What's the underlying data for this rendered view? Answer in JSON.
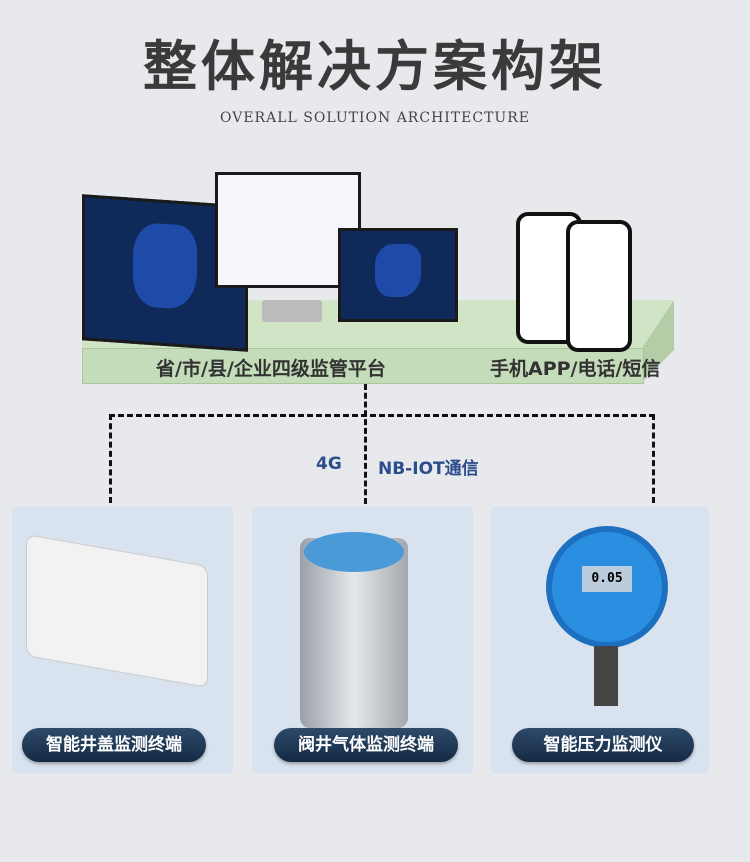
{
  "title": "整体解决方案构架",
  "subtitle": "OVERALL SOLUTION ARCHITECTURE",
  "platform": {
    "left_label": "省/市/县/企业四级监管平台",
    "right_label": "手机APP/电话/短信"
  },
  "communication": {
    "left": "4G",
    "right": "NB-IOT通信"
  },
  "devices": [
    {
      "label": "智能井盖监测终端"
    },
    {
      "label": "阀井气体监测终端"
    },
    {
      "label": "智能压力监测仪",
      "screen_value": "0.05"
    }
  ]
}
